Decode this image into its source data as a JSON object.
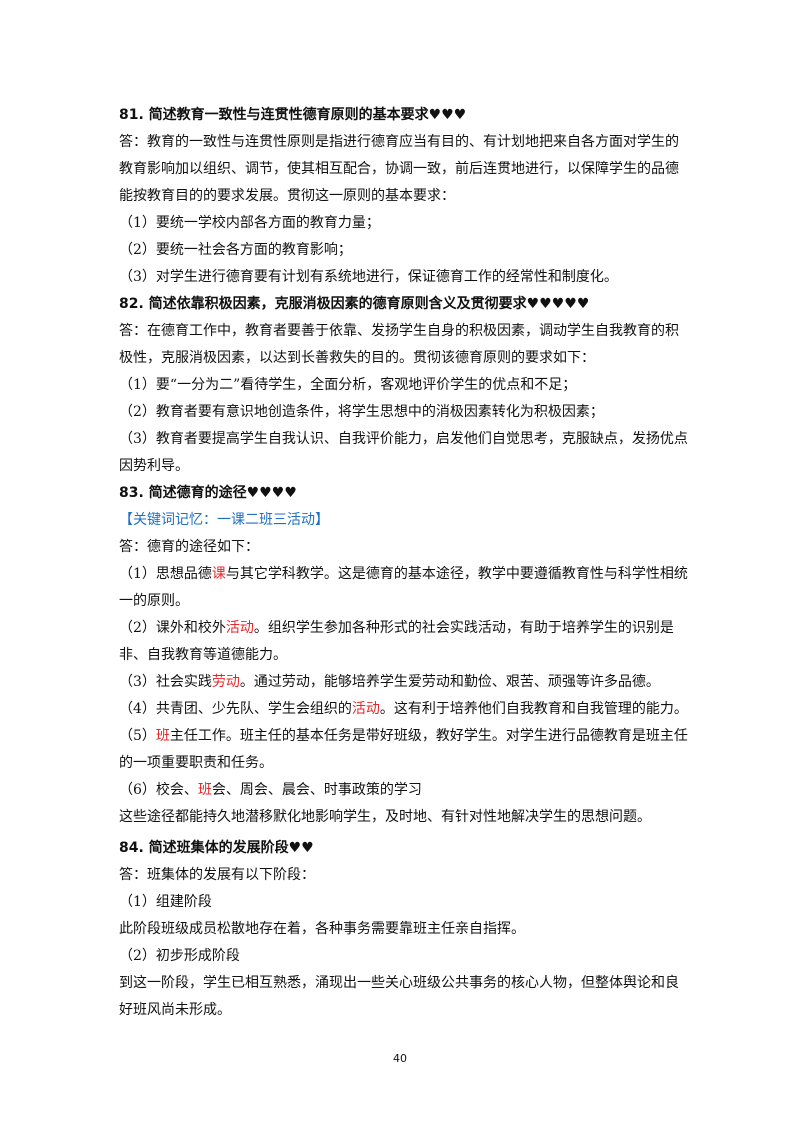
{
  "q81": {
    "title": "81. 简述教育一致性与连贯性德育原则的基本要求♥♥♥",
    "answer": "答：教育的一致性与连贯性原则是指进行德育应当有目的、有计划地把来自各方面对学生的教育影响加以组织、调节，使其相互配合，协调一致，前后连贯地进行，以保障学生的品德能按教育目的的要求发展。贯彻这一原则的基本要求：",
    "items": [
      "（1）要统一学校内部各方面的教育力量；",
      "（2）要统一社会各方面的教育影响；",
      "（3）对学生进行德育要有计划有系统地进行，保证德育工作的经常性和制度化。"
    ]
  },
  "q82": {
    "title": "82. 简述依靠积极因素，克服消极因素的德育原则含义及贯彻要求♥♥♥♥♥",
    "answer": "答：在德育工作中，教育者要善于依靠、发扬学生自身的积极因素，调动学生自我教育的积极性，克服消极因素，以达到长善救失的目的。贯彻该德育原则的要求如下：",
    "items": [
      "（1）要“一分为二”看待学生，全面分析，客观地评价学生的优点和不足；",
      "（2）教育者要有意识地创造条件，将学生思想中的消极因素转化为积极因素；",
      "（3）教育者要提高学生自我认识、自我评价能力，启发他们自觉思考，克服缺点，发扬优点因势利导。"
    ]
  },
  "q83": {
    "title": "83. 简述德育的途径♥♥♥♥",
    "keyword": "【关键词记忆：一课二班三活动】",
    "answer": "答：德育的途径如下：",
    "i1": {
      "a": "（1）思想品德",
      "hl": "课",
      "b": "与其它学科教学。这是德育的基本途径，教学中要遵循教育性与科学性相统一的原则。"
    },
    "i2": {
      "a": "（2）课外和校外",
      "hl": "活动",
      "b": "。组织学生参加各种形式的社会实践活动，有助于培养学生的识别是非、自我教育等道德能力。"
    },
    "i3": {
      "a": "（3）社会实践",
      "hl": "劳动",
      "b": "。通过劳动，能够培养学生爱劳动和勤俭、艰苦、顽强等许多品德。"
    },
    "i4": {
      "a": "（4）共青团、少先队、学生会组织的",
      "hl": "活动",
      "b": "。这有利于培养他们自我教育和自我管理的能力。"
    },
    "i5": {
      "a": "（5）",
      "hl": "班",
      "b": "主任工作。班主任的基本任务是带好班级，教好学生。对学生进行品德教育是班主任的一项重要职责和任务。"
    },
    "i6": {
      "a": "（6）校会、",
      "hl": "班",
      "b": "会、周会、晨会、时事政策的学习"
    },
    "summary": "这些途径都能持久地潜移默化地影响学生，及时地、有针对性地解决学生的思想问题。"
  },
  "q84": {
    "title": "84. 简述班集体的发展阶段♥♥",
    "answer": "答：班集体的发展有以下阶段：",
    "s1_title": "（1）组建阶段",
    "s1_text": "此阶段班级成员松散地存在着，各种事务需要靠班主任亲自指挥。",
    "s2_title": "（2）初步形成阶段",
    "s2_text": "到这一阶段，学生已相互熟悉，涌现出一些关心班级公共事务的核心人物，但整体舆论和良好班风尚未形成。"
  },
  "page_number": "40"
}
